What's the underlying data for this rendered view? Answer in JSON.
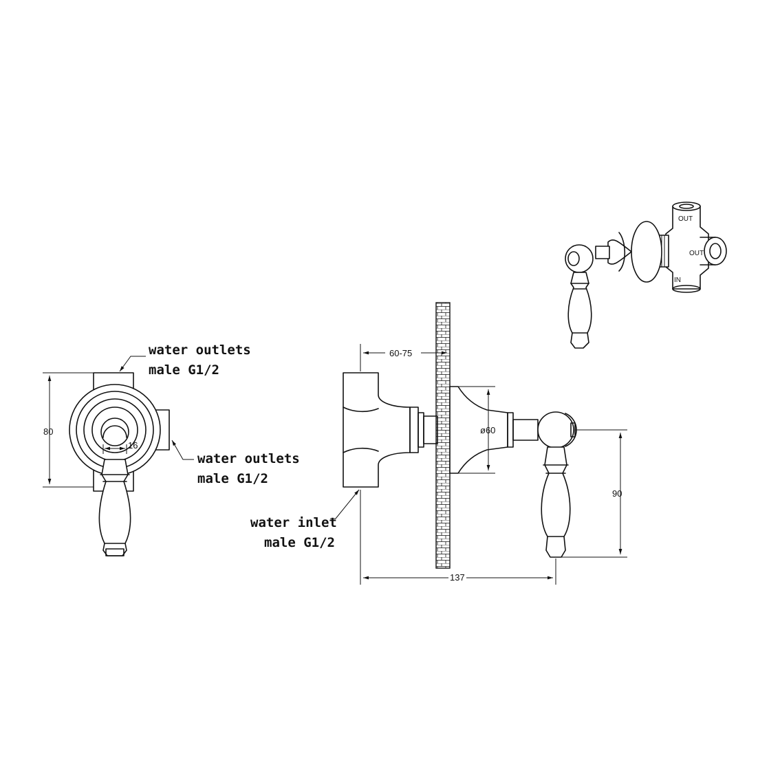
{
  "front_view": {
    "outlets_top_label_1": "water outlets",
    "outlets_top_label_2": "male G1/2",
    "outlets_right_label_1": "water outlets",
    "outlets_right_label_2": "male G1/2",
    "dim_height": "80",
    "dim_small": "16"
  },
  "side_view": {
    "inlet_label_1": "water inlet",
    "inlet_label_2": "male G1/2",
    "dim_wall_depth": "60-75",
    "dim_diameter": "ø60",
    "dim_handle_drop": "90",
    "dim_total_depth": "137"
  },
  "iso_view": {
    "port_top": "OUT",
    "port_side": "OUT",
    "port_bottom": "IN"
  }
}
